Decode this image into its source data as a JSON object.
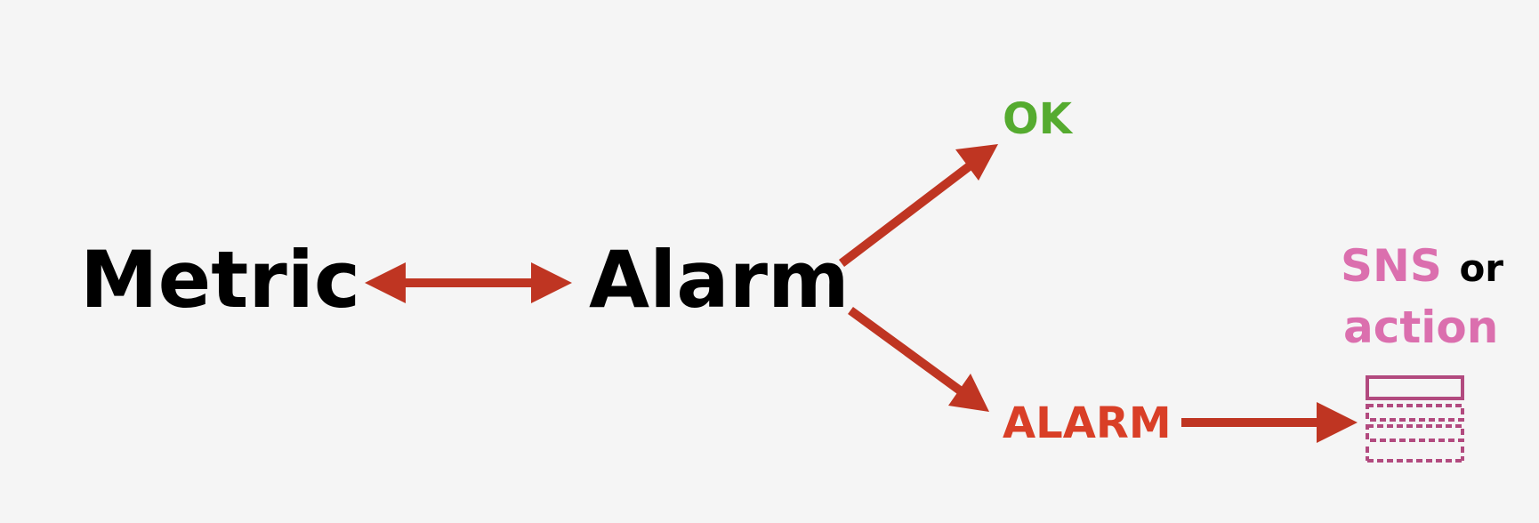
{
  "nodes": {
    "metric": {
      "label": "Metric"
    },
    "alarm": {
      "label": "Alarm"
    },
    "ok_state": {
      "label": "OK"
    },
    "alarm_state": {
      "label": "ALARM"
    },
    "target": {
      "line1_word1": "SNS",
      "line1_word2": "or",
      "line2": "action"
    }
  },
  "colors": {
    "background": "#f5f5f5",
    "arrow": "#bf3522",
    "text": "#000000",
    "ok": "#55ab2f",
    "alarm_state": "#d93f27",
    "sns": "#db6fae",
    "queue_icon": "#b24a7f"
  },
  "icons": {
    "target_icon": "queue-icon"
  }
}
